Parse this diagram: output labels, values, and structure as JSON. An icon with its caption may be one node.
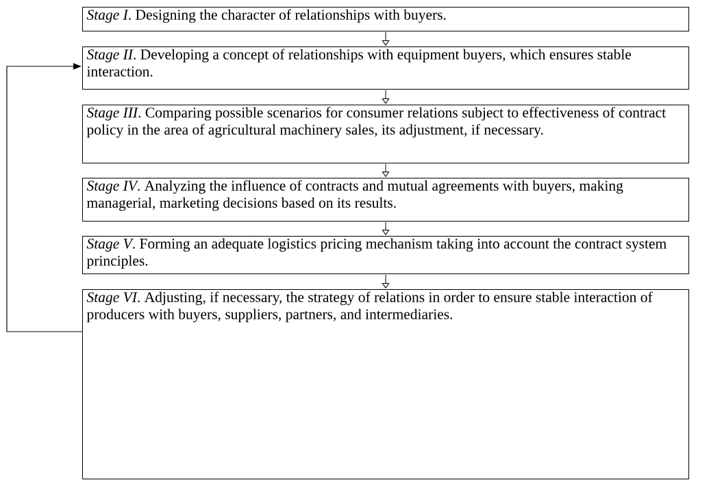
{
  "diagram": {
    "nodes": [
      {
        "text": [
          "*Stage I*. Designing the character of relationships with buyers."
        ]
      },
      {
        "text": [
          "*Stage II*. Developing a concept of relationships with equipment buyers, which ensures stable interaction."
        ]
      },
      {
        "text": [
          "*Stage III*. Comparing possible scenarios for consumer relations subject to effectiveness of contract policy in the area of agricultural machinery sales, its adjustment, if necessary."
        ]
      },
      {
        "text": [
          "*Stage IV*. Analyzing the influence of contracts and mutual agreements with buyers, making managerial, marketing decisions based on its results."
        ]
      },
      {
        "text": [
          "*Stage V*. Forming an adequate logistics pricing mechanism taking into account the contract system principles."
        ]
      },
      {
        "text": [
          "*Stage VI*. Adjusting, if necessary, the strategy of relations in order to ensure stable interaction of producers with buyers, suppliers, partners, and intermediaries."
        ]
      }
    ],
    "edges": [
      {
        "from": 0,
        "to": 1,
        "arrow": "to"
      },
      {
        "from": 1,
        "to": 2,
        "arrow": "to"
      },
      {
        "from": 2,
        "to": 3,
        "arrow": "to"
      },
      {
        "from": 3,
        "to": 4,
        "arrow": "to"
      },
      {
        "from": 4,
        "to": 5,
        "arrow": "to"
      },
      {
        "from": 5,
        "to": 1,
        "arrow": "to"
      }
    ]
  }
}
